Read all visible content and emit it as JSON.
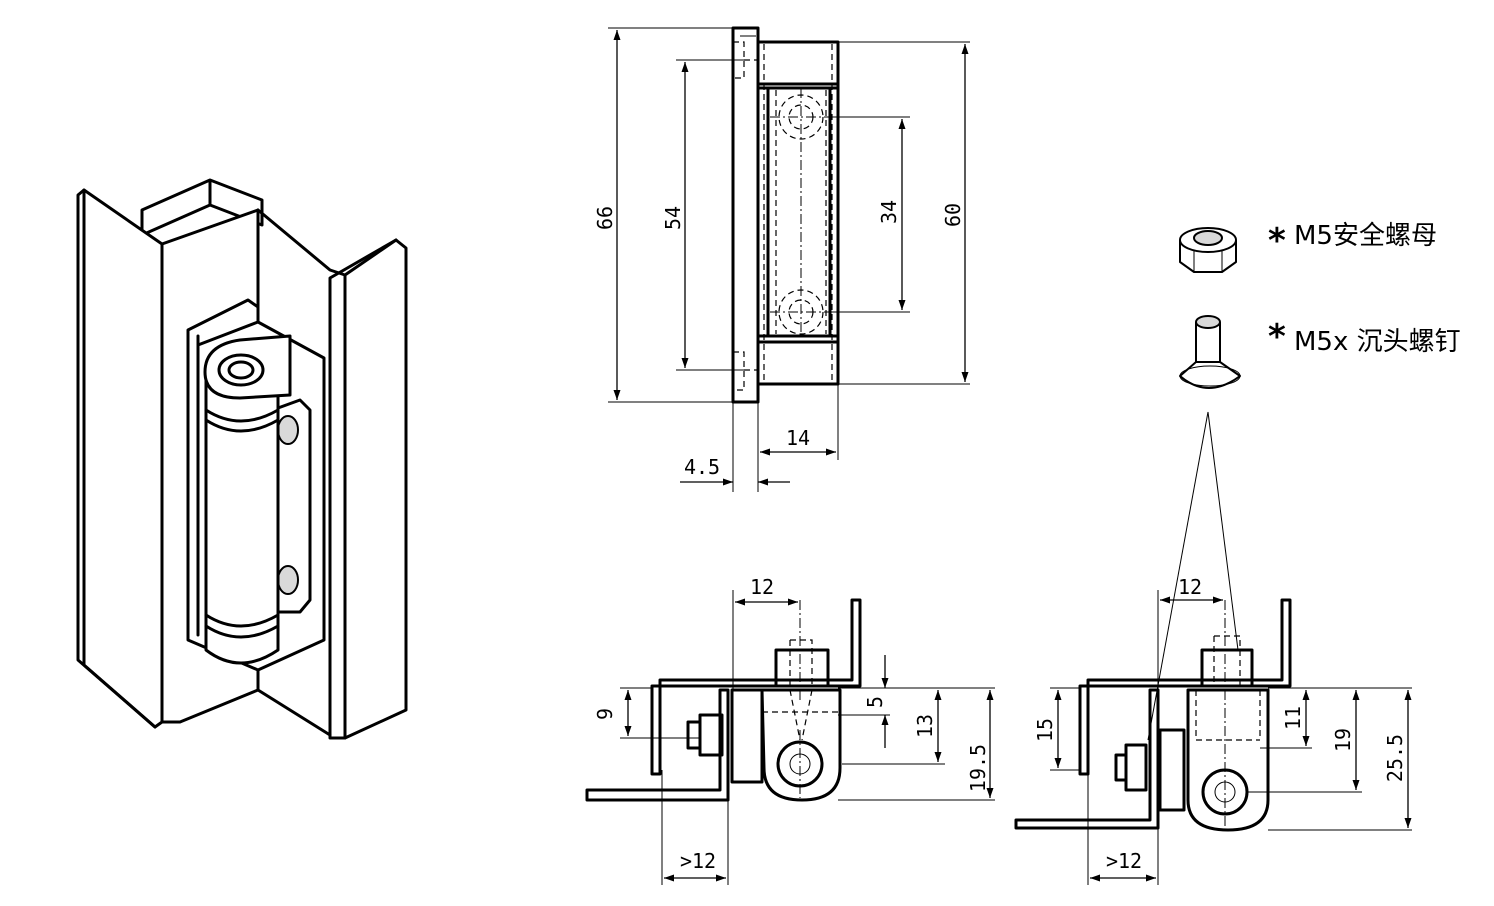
{
  "front_view": {
    "dimensions": [
      "66",
      "54",
      "34",
      "60",
      "14",
      "4.5"
    ]
  },
  "side_view_left": {
    "dimensions": [
      "12",
      "9",
      "5",
      "13",
      "19.5",
      ">12"
    ]
  },
  "side_view_right": {
    "dimensions": [
      "12",
      "15",
      "11",
      "19",
      "25.5",
      ">12"
    ]
  },
  "parts": [
    {
      "marker": "*",
      "label": "M5安全螺母",
      "icon": "lock-nut-icon"
    },
    {
      "marker": "*",
      "label": "M5x 沉头螺钉",
      "icon": "countersunk-screw-icon"
    }
  ]
}
